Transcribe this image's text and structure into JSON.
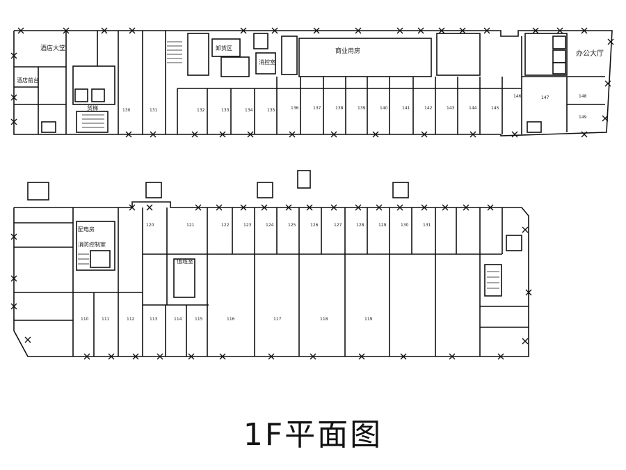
{
  "caption": "1F平面图",
  "upper_block": {
    "top_labels": [
      "酒店大堂",
      "商业用房",
      "办公大厅"
    ],
    "small_labels": [
      "酒店前台",
      "卸货区",
      "货梯",
      "消控室"
    ],
    "units_a": [
      "130",
      "131",
      "132",
      "133",
      "134",
      "135",
      "136",
      "137",
      "138",
      "139",
      "140",
      "141",
      "142",
      "143",
      "144",
      "145",
      "146",
      "147",
      "148",
      "149"
    ]
  },
  "lower_block": {
    "small_labels": [
      "配电房",
      "消防控制室",
      "值班室"
    ],
    "units_top": [
      "120",
      "121",
      "122",
      "123",
      "124",
      "125",
      "126",
      "127",
      "128",
      "129",
      "130",
      "131"
    ],
    "units_bottom": [
      "110",
      "111",
      "112",
      "113",
      "114",
      "115",
      "116",
      "117",
      "118",
      "119"
    ]
  }
}
